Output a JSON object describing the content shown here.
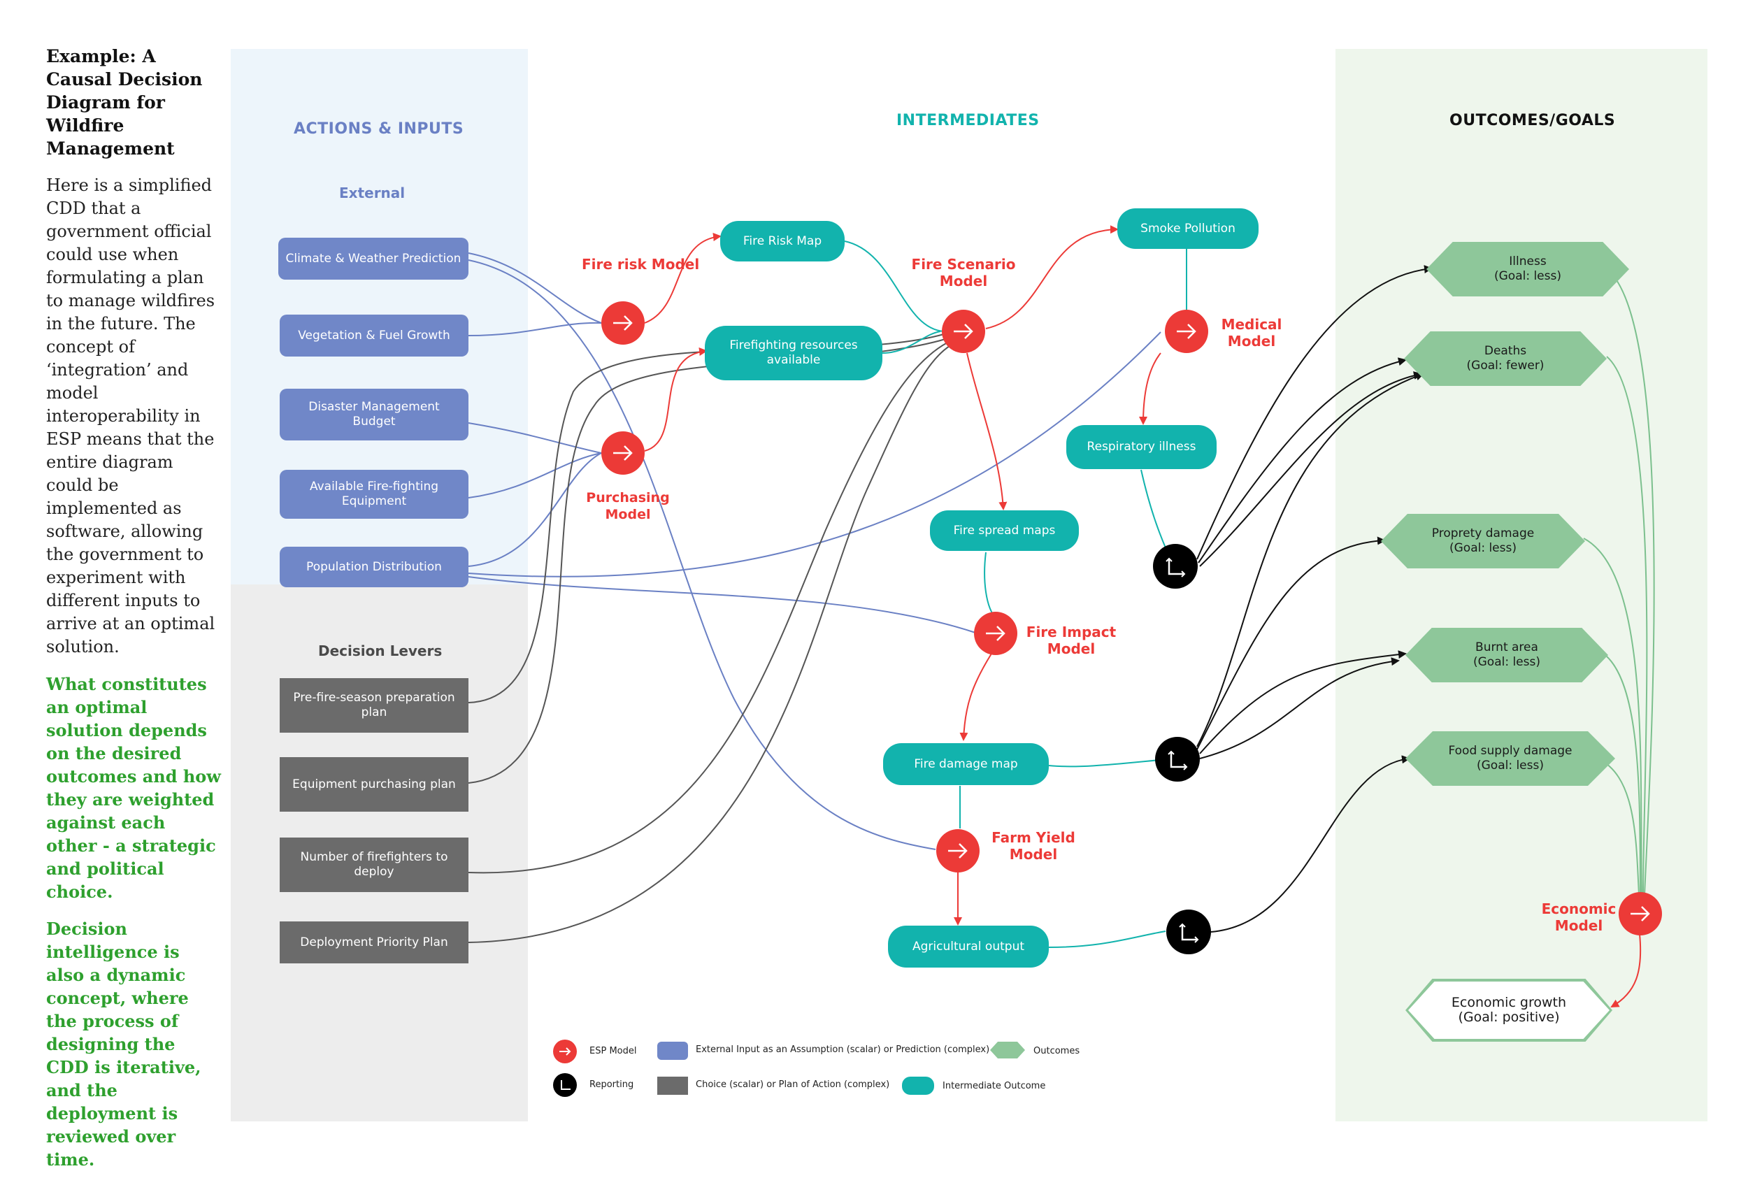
{
  "sidebar": {
    "title": "Example: A Causal Decision Diagram for Wildfire Management",
    "intro": "Here is a simplified CDD that a government official could use when formulating a plan to manage wildfires in the future. The concept of ‘integration’ and model interoperability in ESP means that the entire diagram could be implemented as software, allowing the government to experiment with different inputs to arrive at an optimal solution.",
    "note_optimal": "What constitutes an optimal solution depends on the desired outcomes and how they are weighted against each other - a strategic and political choice.",
    "note_dynamic": "Decision intelligence is also a dynamic concept, where the process of designing the CDD is iterative, and the deployment is reviewed over time."
  },
  "columns": {
    "actions": "ACTIONS & INPUTS",
    "intermediates": "INTERMEDIATES",
    "outcomes": "OUTCOMES/GOALS",
    "external": "External",
    "levers": "Decision Levers"
  },
  "inputs": {
    "climate": "Climate & Weather Prediction",
    "vegetation": "Vegetation & Fuel Growth",
    "budget": "Disaster Management Budget",
    "equipment": "Available Fire-fighting Equipment",
    "population": "Population Distribution"
  },
  "levers": {
    "prep_plan": "Pre-fire-season preparation plan",
    "purchase_plan": "Equipment purchasing plan",
    "firefighters": "Number of firefighters to deploy",
    "priority_plan": "Deployment Priority Plan"
  },
  "intermediates": {
    "risk_map": "Fire Risk Map",
    "resources": "Firefighting resources available",
    "smoke": "Smoke Pollution",
    "respiratory": "Respiratory illness",
    "spread": "Fire spread maps",
    "damage": "Fire damage map",
    "agri": "Agricultural output"
  },
  "models": {
    "fire_risk": "Fire risk Model",
    "purchasing": "Purchasing Model",
    "scenario": "Fire Scenario Model",
    "medical": "Medical Model",
    "impact": "Fire Impact Model",
    "farm": "Farm Yield Model",
    "economic": "Economic Model"
  },
  "outcomes": {
    "illness": {
      "name": "Illness",
      "goal": "(Goal: less)"
    },
    "deaths": {
      "name": "Deaths",
      "goal": "(Goal: fewer)"
    },
    "property": {
      "name": "Proprety damage",
      "goal": "(Goal: less)"
    },
    "burnt": {
      "name": "Burnt area",
      "goal": "(Goal: less)"
    },
    "food": {
      "name": "Food supply damage",
      "goal": "(Goal: less)"
    },
    "economic": {
      "name": "Economic growth",
      "goal": "(Goal: positive)"
    }
  },
  "legend": {
    "esp_model": "ESP Model",
    "external_input": "External Input as an Assumption (scalar) or Prediction (complex)",
    "outcomes": "Outcomes",
    "reporting": "Reporting",
    "choice": "Choice (scalar) or Plan of Action (complex)",
    "intermediate": "Intermediate Outcome"
  },
  "colors": {
    "model_red": "#ec3a37",
    "input_blue": "#7087c8",
    "lever_gray": "#6b6b6b",
    "intermediate_teal": "#12b3ad",
    "outcome_green": "#8ec79a",
    "reporting_black": "#000000",
    "note_green": "#2ea02e"
  },
  "icons": {
    "model": "arrow-right-icon",
    "reporting": "chart-axes-icon"
  }
}
